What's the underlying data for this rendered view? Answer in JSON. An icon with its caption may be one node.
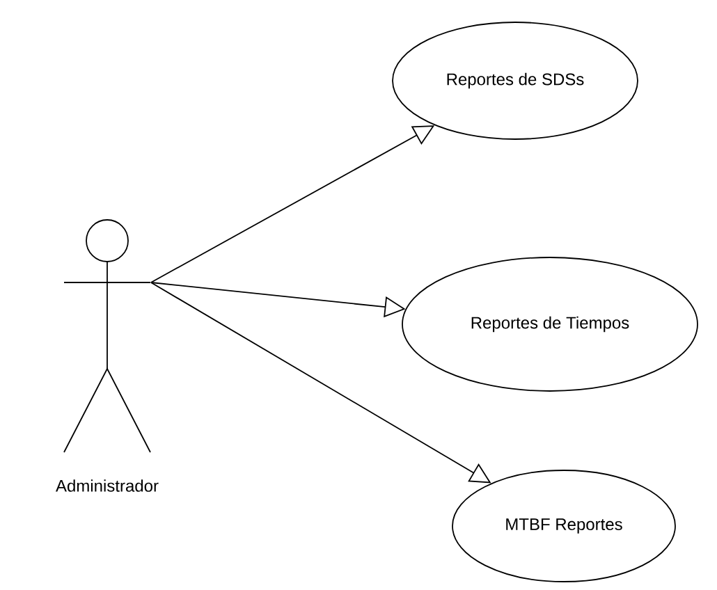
{
  "diagram": {
    "nodes": [
      {
        "text": [
          "Administrador"
        ]
      },
      {
        "text": [
          "Reportes de SDSs"
        ]
      },
      {
        "text": [
          "Reportes de Tiempos"
        ]
      },
      {
        "text": [
          "MTBF Reportes"
        ]
      }
    ],
    "edges": [
      {
        "from": 0,
        "to": 1,
        "arrow": "to"
      },
      {
        "from": 0,
        "to": 2,
        "arrow": "to"
      },
      {
        "from": 0,
        "to": 3,
        "arrow": "to"
      }
    ]
  }
}
